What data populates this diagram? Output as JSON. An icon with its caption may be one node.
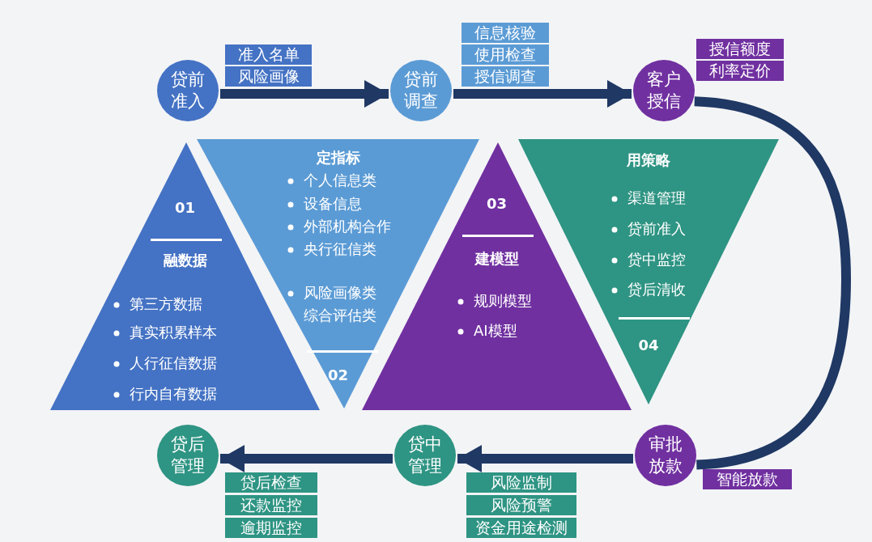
{
  "diagram": {
    "nodes": [
      {
        "text": [
          "贷前准入"
        ],
        "beside": [
          "准入名单",
          "风险画像"
        ]
      },
      {
        "text": [
          "贷前调查"
        ],
        "beside": [
          "信息核验",
          "使用检查",
          "授信调查"
        ]
      },
      {
        "text": [
          "客户授信"
        ],
        "beside": [
          "授信额度",
          "利率定价"
        ]
      },
      {
        "text": [
          "审批放款"
        ],
        "beside": [
          "智能放款"
        ]
      },
      {
        "text": [
          "贷中管理"
        ],
        "beside": [
          "风险监制",
          "风险预警",
          "资金用途检测"
        ]
      },
      {
        "text": [
          "贷后管理"
        ],
        "beside": [
          "贷后检查",
          "还款监控",
          "逾期监控"
        ]
      },
      {
        "text": [
          "01",
          "融数据",
          "第三方数据",
          "真实积累样本",
          "人行征信数据",
          "行内自有数据"
        ]
      },
      {
        "text": [
          "定指标",
          "个人信息类",
          "设备信息",
          "外部机构合作",
          "央行征信类",
          "风险画像类",
          "综合评估类",
          "02"
        ]
      },
      {
        "text": [
          "03",
          "建模型",
          "规则模型",
          "AI模型"
        ]
      },
      {
        "text": [
          "用策略",
          "渠道管理",
          "贷前准入",
          "贷中监控",
          "贷后清收",
          "04"
        ]
      }
    ],
    "edges": [
      {
        "from": 0,
        "to": 1,
        "arrow": "to"
      },
      {
        "from": 1,
        "to": 2,
        "arrow": "to"
      },
      {
        "from": 2,
        "to": 3,
        "arrow": "none"
      },
      {
        "from": 3,
        "to": 4,
        "arrow": "to"
      },
      {
        "from": 4,
        "to": 5,
        "arrow": "to"
      }
    ]
  }
}
